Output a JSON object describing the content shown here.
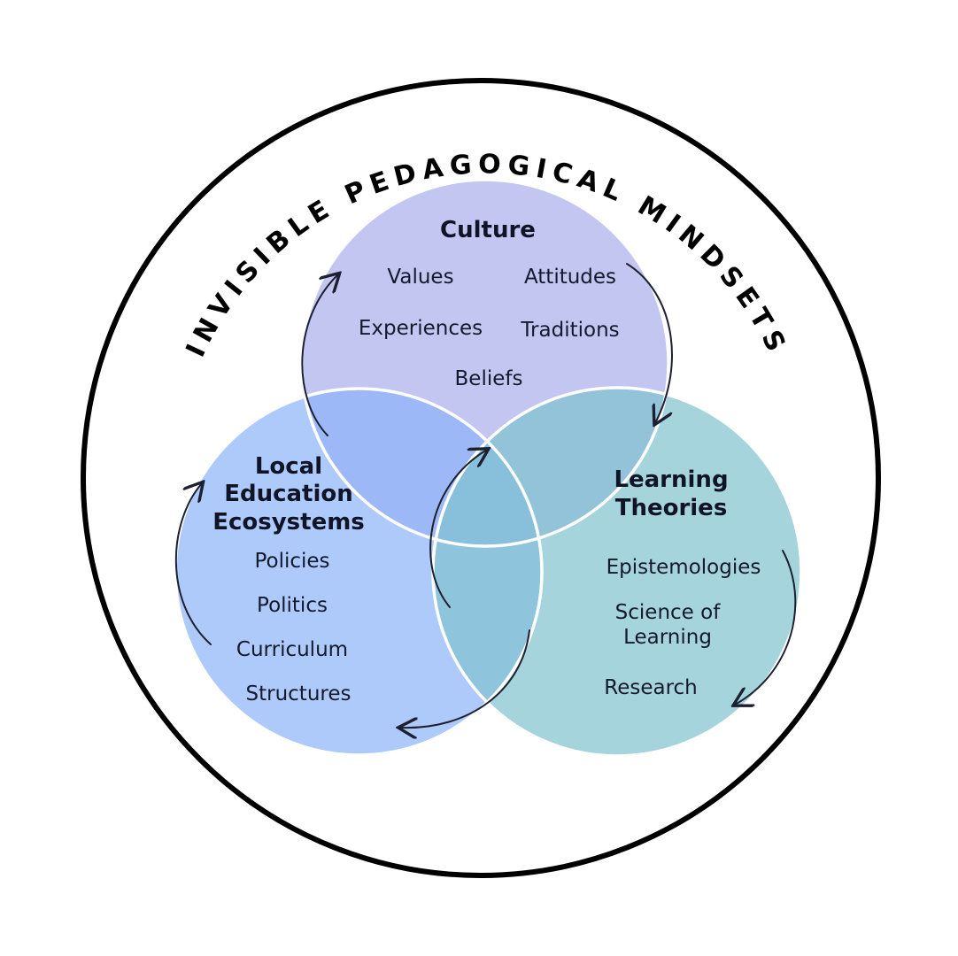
{
  "title": "INVISIBLE PEDAGOGICAL MINDSETS",
  "colors": {
    "culture": "#c3c6f0",
    "local": "#aecafa",
    "learning": "#a6d4dc",
    "culture_local": "#9db8f7",
    "culture_learning": "#92c3d8",
    "local_learning": "#8ec4dc",
    "center": "#88c0db"
  },
  "circles": {
    "culture": {
      "title": "Culture",
      "items": [
        "Values",
        "Attitudes",
        "Experiences",
        "Traditions",
        "Beliefs"
      ]
    },
    "local": {
      "title_lines": [
        "Local",
        "Education",
        "Ecosystems"
      ],
      "items": [
        "Policies",
        "Politics",
        "Curriculum",
        "Structures"
      ]
    },
    "learning": {
      "title_lines": [
        "Learning",
        "Theories"
      ],
      "items": [
        "Epistemologies",
        "Science of",
        "Learning",
        "Research"
      ]
    }
  }
}
